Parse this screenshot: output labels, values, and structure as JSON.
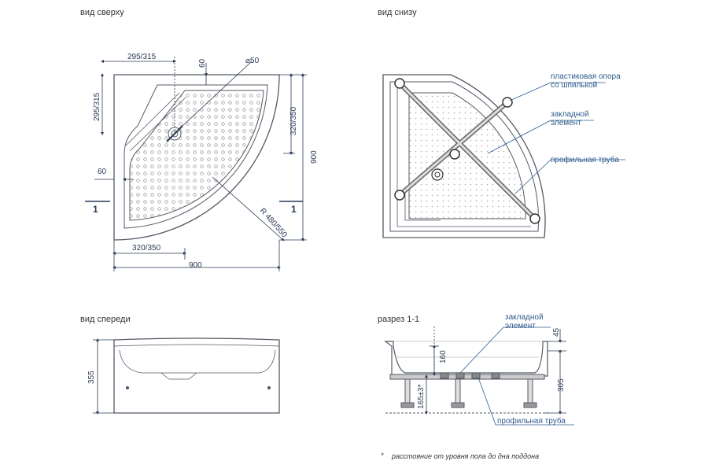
{
  "views": {
    "top": "вид сверху",
    "bottom": "вид снизу",
    "front": "вид спереди",
    "section": "разрез 1-1"
  },
  "top_dims": {
    "w_top": "295/315",
    "d60_top": "60",
    "diam": "⌀50",
    "h_left": "295/315",
    "h_right": "320/350",
    "h_900": "900",
    "d60_left": "60",
    "radius": "R 480/550",
    "w_bottom": "320/350",
    "w_900": "900",
    "sec_left": "1",
    "sec_right": "1"
  },
  "bottom_callouts": {
    "support_1": "пластиковая опора",
    "support_2": "со шпилькой",
    "embed_1": "закладной",
    "embed_2": "элемент",
    "pipe": "профильная труба"
  },
  "front_dims": {
    "height": "355"
  },
  "section_dims": {
    "embed_1": "закладной",
    "embed_2": "элемент",
    "d160": "160",
    "d165": "165±3*",
    "d45": "45",
    "d305": "305",
    "pipe": "профильная труба"
  },
  "footnote": {
    "star": "*",
    "text": "расстояние от уровня пола до дна поддона"
  },
  "colors": {
    "line": "#555a66",
    "accent": "#2d5b8e",
    "dim": "#2a3a55"
  }
}
